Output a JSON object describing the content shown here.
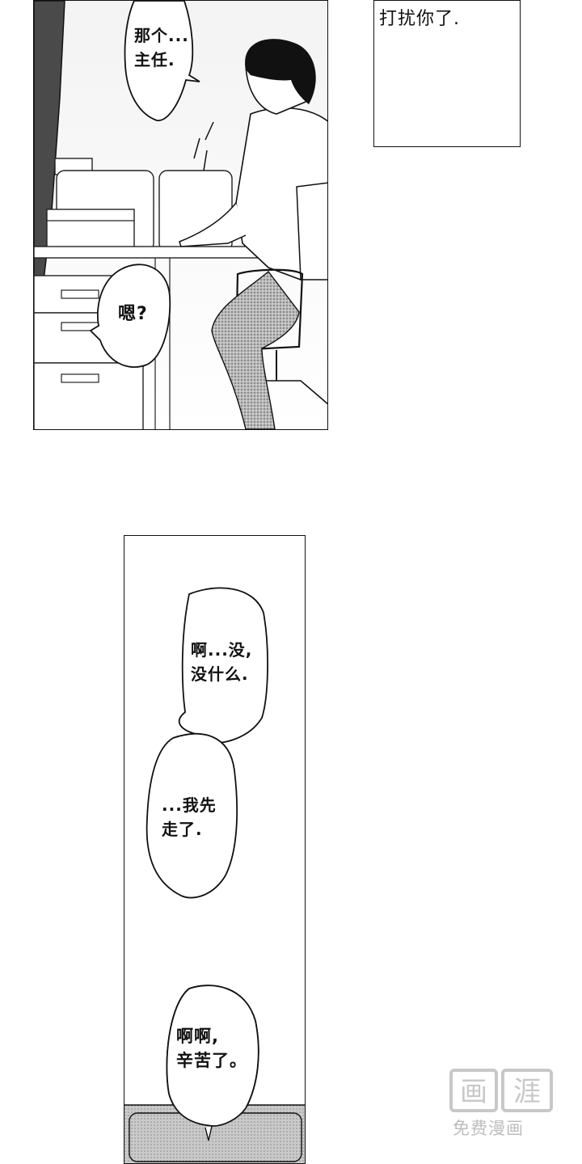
{
  "panel1": {
    "bubble_top": "那个...\n主任.",
    "bubble_mid": "嗯?"
  },
  "panel2": {
    "caption": "打扰你了."
  },
  "panel3": {
    "bubble_1": "啊...没,\n没什么.",
    "bubble_2": "...我先\n走了.",
    "bubble_3": "啊啊,\n辛苦了。"
  },
  "watermark": {
    "brand": "画涯",
    "tagline": "免费漫画"
  }
}
